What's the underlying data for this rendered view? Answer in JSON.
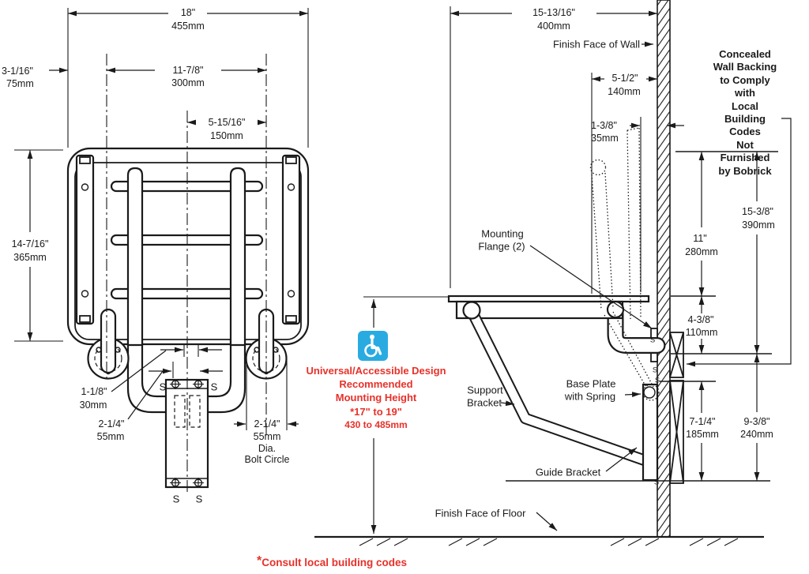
{
  "colors": {
    "red": "#e8312a",
    "blue": "#29abe2",
    "line": "#1a1a1a"
  },
  "front_view": {
    "width_in": "18\"",
    "width_mm": "455mm",
    "offset_in": "3-1/16\"",
    "offset_mm": "75mm",
    "span_in": "11-7/8\"",
    "span_mm": "300mm",
    "half_span_in": "5-15/16\"",
    "half_span_mm": "150mm",
    "height_in": "14-7/16\"",
    "height_mm": "365mm",
    "gap_in": "1-1/8\"",
    "gap_mm": "30mm",
    "plate_in": "2-1/4\"",
    "plate_mm": "55mm",
    "bolt_in": "2-1/4\"",
    "bolt_mm": "55mm",
    "bolt_dia": "Dia.",
    "bolt_circle": "Bolt Circle",
    "screw": "S"
  },
  "side_view": {
    "depth_in": "15-13/16\"",
    "depth_mm": "400mm",
    "wall_label": "Finish Face of Wall",
    "flange_offset_in": "5-1/2\"",
    "flange_offset_mm": "140mm",
    "folded_in": "1-3/8\"",
    "folded_mm": "35mm",
    "backing_note": [
      "Concealed",
      "Wall Backing",
      "to Comply with",
      "Local Building Codes",
      "Not Furnished",
      "by Bobrick"
    ],
    "mounting_flange": [
      "Mounting",
      "Flange (2)"
    ],
    "support_bracket": [
      "Support",
      "Bracket"
    ],
    "base_plate": [
      "Base Plate",
      "with Spring"
    ],
    "guide_bracket": "Guide Bracket",
    "floor_label": "Finish Face of Floor",
    "h11_in": "11\"",
    "h11_mm": "280mm",
    "h1538_in": "15-3/8\"",
    "h1538_mm": "390mm",
    "h438_in": "4-3/8\"",
    "h438_mm": "110mm",
    "h714_in": "7-1/4\"",
    "h714_mm": "185mm",
    "h938_in": "9-3/8\"",
    "h938_mm": "240mm",
    "screw": "S"
  },
  "notes": {
    "accessibility_icon": "wheelchair-accessible-icon",
    "accessibility_lines": [
      "Universal/Accessible Design",
      "Recommended",
      "Mounting Height",
      "*17\" to 19\"",
      "430 to 485mm"
    ],
    "footnote_star": "*",
    "footnote_text": "Consult local building codes"
  }
}
